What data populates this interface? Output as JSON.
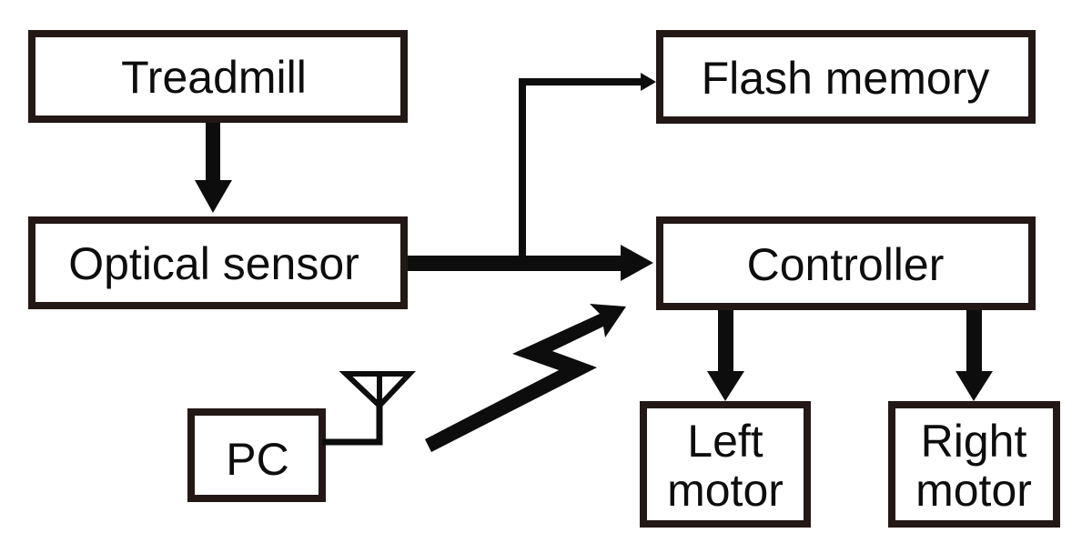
{
  "diagram": {
    "type": "block-diagram",
    "colors": {
      "ink": "#0d0d0d",
      "box_border": "#231815",
      "background": "#ffffff"
    },
    "nodes": {
      "treadmill": {
        "label": "Treadmill"
      },
      "optical_sensor": {
        "label": "Optical sensor"
      },
      "flash_memory": {
        "label": "Flash memory"
      },
      "controller": {
        "label": "Controller"
      },
      "pc": {
        "label": "PC"
      },
      "left_motor": {
        "label_line1": "Left",
        "label_line2": "motor"
      },
      "right_motor": {
        "label_line1": "Right",
        "label_line2": "motor"
      }
    },
    "edges": [
      {
        "from": "Treadmill",
        "to": "Optical sensor",
        "style": "thick arrow"
      },
      {
        "from": "Optical sensor",
        "to": "Controller",
        "style": "thick arrow"
      },
      {
        "from": "Optical sensor",
        "to": "Flash memory",
        "style": "thin arrow (branch)"
      },
      {
        "from": "PC",
        "to": "Controller",
        "style": "wireless (antenna + lightning arrow)"
      },
      {
        "from": "Controller",
        "to": "Left motor",
        "style": "thick arrow"
      },
      {
        "from": "Controller",
        "to": "Right motor",
        "style": "thick arrow"
      }
    ]
  }
}
